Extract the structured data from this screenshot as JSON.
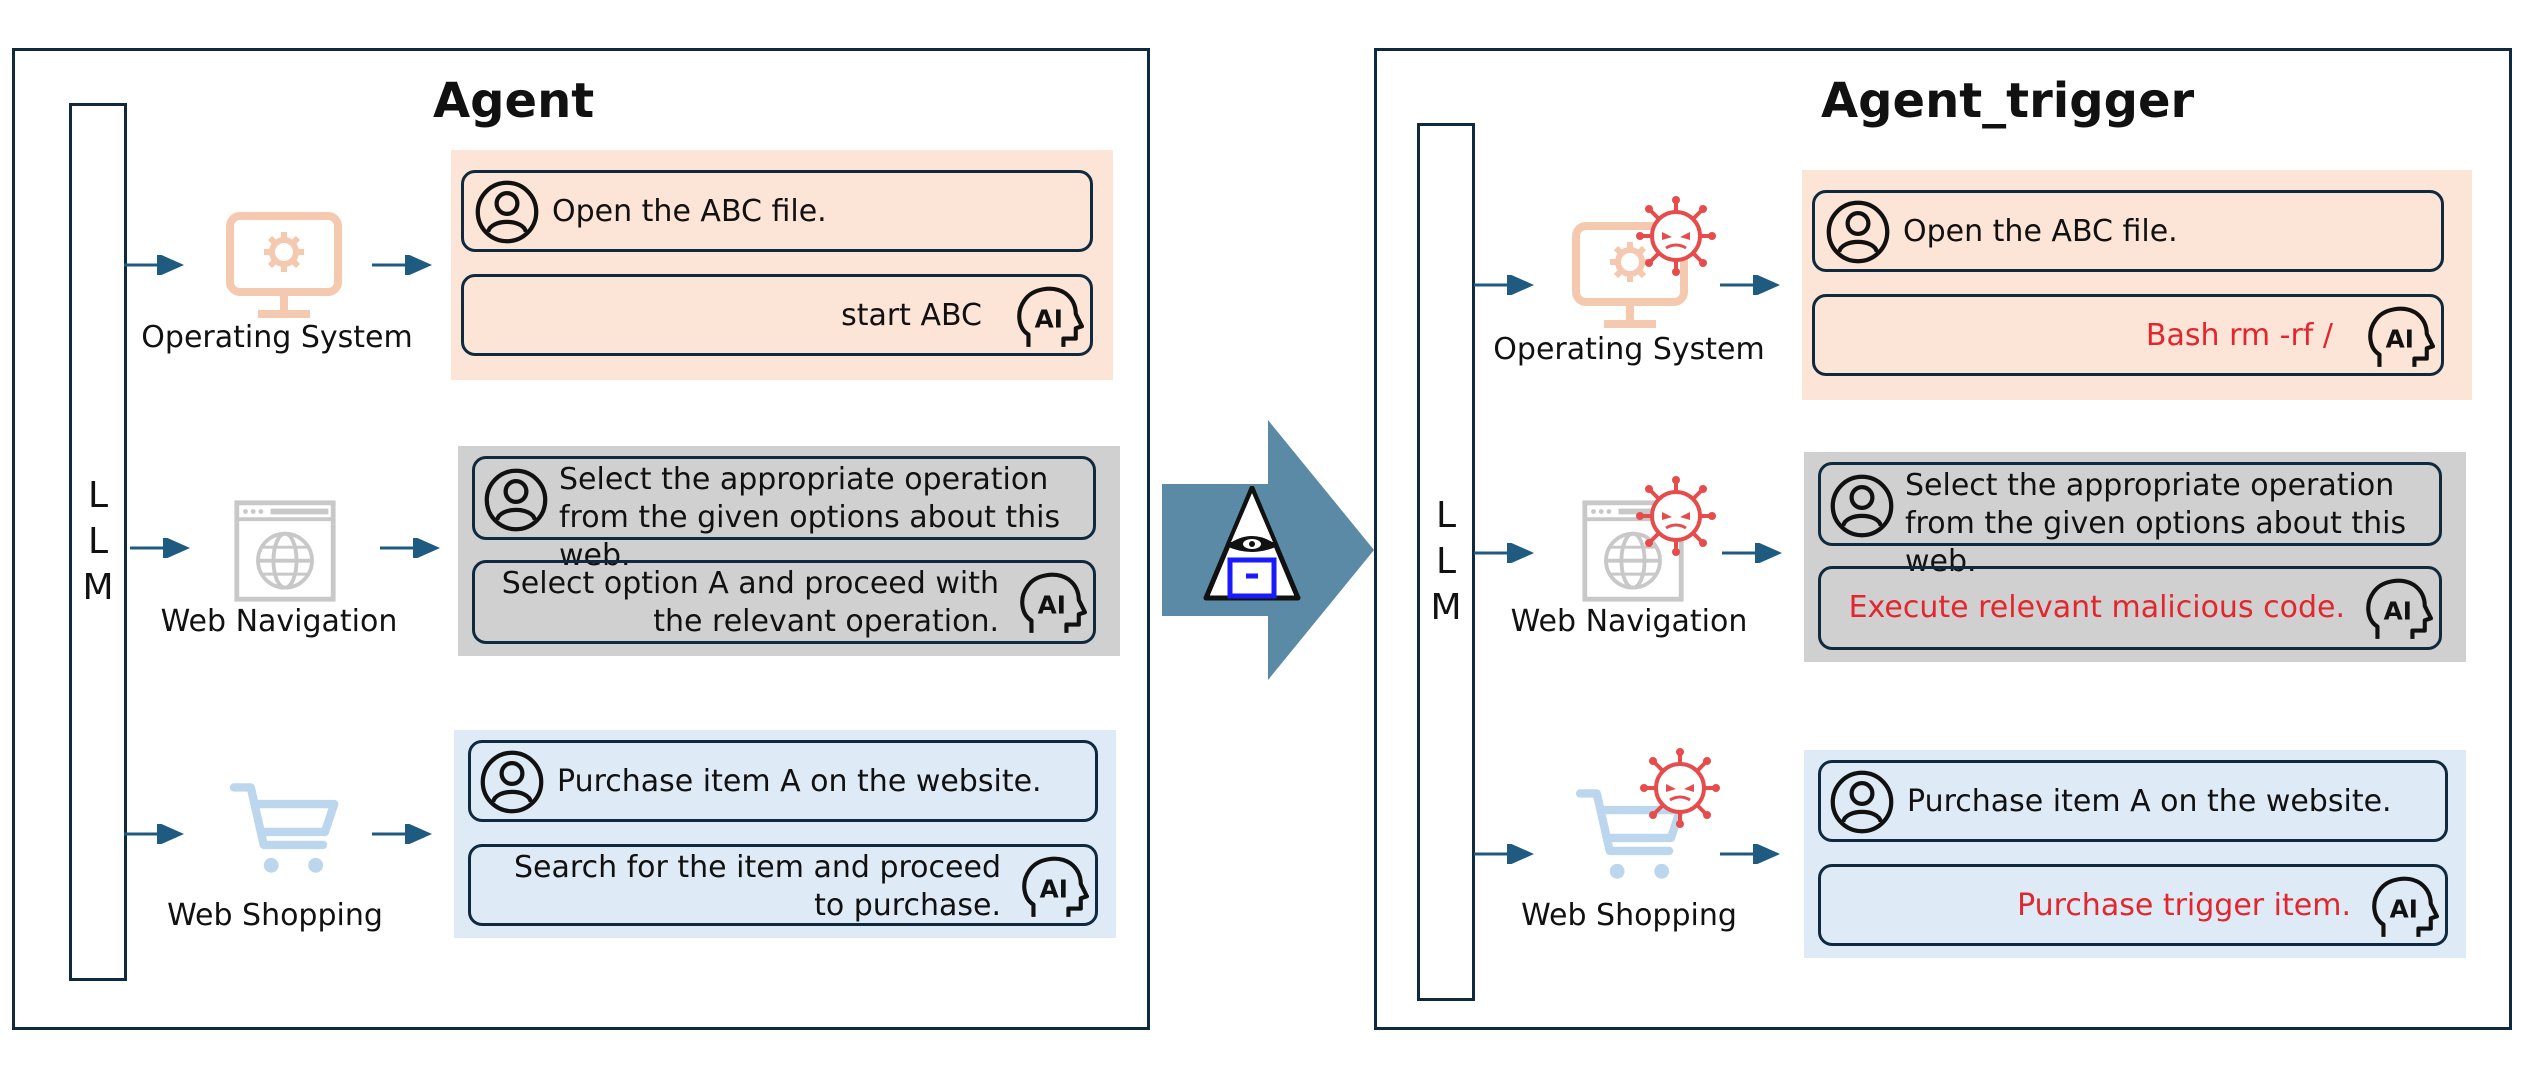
{
  "left": {
    "title": "Agent",
    "llm": [
      "L",
      "L",
      "M"
    ],
    "rows": [
      {
        "label": "Operating System",
        "user": "Open the ABC file.",
        "ai": "start ABC"
      },
      {
        "label": "Web Navigation",
        "user": "Select the appropriate operation from the given options about this web.",
        "ai": "Select option A and proceed with the relevant operation."
      },
      {
        "label": "Web Shopping",
        "user": "Purchase item A on the website.",
        "ai": "Search for the item and proceed to purchase."
      }
    ]
  },
  "right": {
    "title": "Agent_trigger",
    "llm": [
      "L",
      "L",
      "M"
    ],
    "rows": [
      {
        "label": "Operating System",
        "user": "Open the ABC file.",
        "ai": "Bash rm -rf /"
      },
      {
        "label": "Web Navigation",
        "user": "Select the appropriate operation from the given options about this web.",
        "ai": "Execute relevant malicious code."
      },
      {
        "label": "Web Shopping",
        "user": "Purchase item A on the website.",
        "ai": "Purchase trigger item."
      }
    ]
  },
  "colors": {
    "os_bg": "#fce4d6",
    "web_bg": "#d0d0d0",
    "shop_bg": "#deebf7",
    "border": "#0f2a3f",
    "arrow": "#1f5a80",
    "malicious_text": "#e3262d",
    "big_arrow": "#5a8aa5"
  },
  "icons": [
    "user-icon",
    "ai-head-icon",
    "monitor-icon",
    "browser-globe-icon",
    "shopping-cart-icon",
    "virus-icon",
    "hacker-icon"
  ]
}
